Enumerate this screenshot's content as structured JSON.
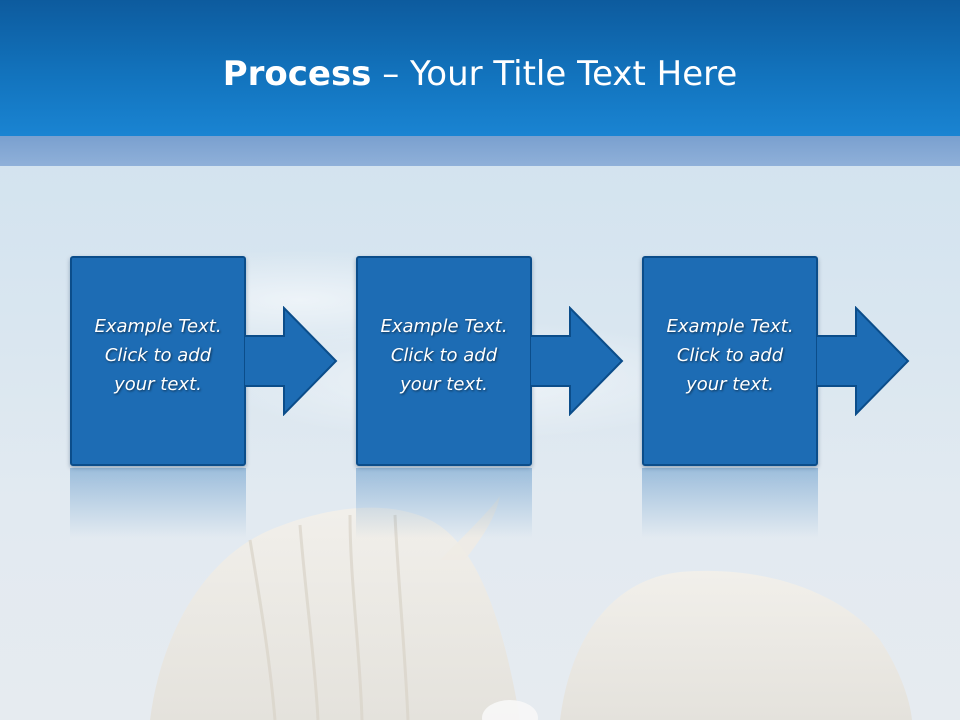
{
  "title": {
    "bold": "Process",
    "rest": " – Your Title Text Here"
  },
  "steps": [
    {
      "line1": "Example Text.",
      "line2": "Click  to add",
      "line3": "your text."
    },
    {
      "line1": "Example Text.",
      "line2": "Click  to add",
      "line3": "your text."
    },
    {
      "line1": "Example Text.",
      "line2": "Click  to add",
      "line3": "your text."
    }
  ],
  "colors": {
    "header": "#1273bd",
    "step_fill": "#1d6cb4",
    "step_border": "#0b4d8a"
  }
}
